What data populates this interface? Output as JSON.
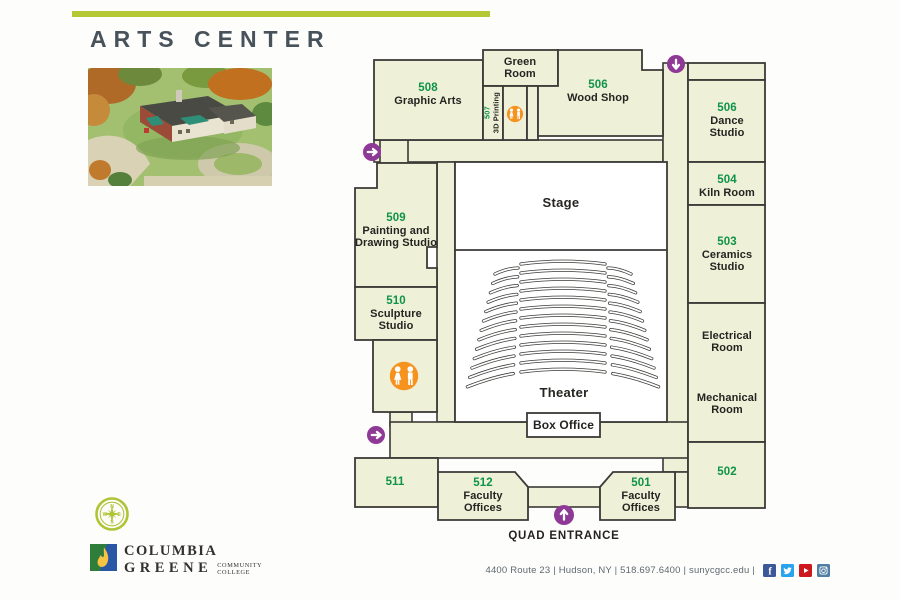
{
  "header": {
    "title": "ARTS CENTER"
  },
  "map": {
    "rooms": {
      "graphic_arts": {
        "number": "508",
        "name": "Graphic Arts"
      },
      "green_room": {
        "name": "Green Room"
      },
      "printing_3d": {
        "number": "507",
        "name": "3D Printing"
      },
      "wood_shop": {
        "number": "506",
        "name": "Wood Shop"
      },
      "dance_studio": {
        "number": "506",
        "name": "Dance Studio"
      },
      "kiln_room": {
        "number": "504",
        "name": "Kiln Room"
      },
      "ceramics_studio": {
        "number": "503",
        "name": "Ceramics Studio"
      },
      "electrical_room": {
        "name": "Electrical Room"
      },
      "mechanical_room": {
        "name": "Mechanical Room"
      },
      "room_502": {
        "number": "502"
      },
      "painting_drawing_studio": {
        "number": "509",
        "name": "Painting and Drawing Studio"
      },
      "sculpture_studio": {
        "number": "510",
        "name": "Sculpture Studio"
      },
      "room_511": {
        "number": "511"
      },
      "faculty_offices_512": {
        "number": "512",
        "name": "Faculty Offices"
      },
      "faculty_offices_501": {
        "number": "501",
        "name": "Faculty Offices"
      },
      "stage": {
        "name": "Stage"
      },
      "theater": {
        "name": "Theater"
      },
      "box_office": {
        "name": "Box Office"
      }
    },
    "entrance_label": "QUAD ENTRANCE"
  },
  "logo": {
    "line1": "COLUMBIA",
    "line2": "GREENE",
    "line3": "COMMUNITY",
    "line4": "COLLEGE"
  },
  "footer": {
    "text": "4400 Route 23  |  Hudson, NY  |  518.697.6400  |  sunycgcc.edu  |"
  },
  "icons": {
    "compass": "compass-rose-icon",
    "restroom": "restroom-icon",
    "entrance_down": "arrow-down-icon",
    "entrance_right": "arrow-right-icon",
    "quad_entrance_up": "arrow-up-icon",
    "social": [
      "facebook-icon",
      "twitter-icon",
      "youtube-icon",
      "instagram-icon"
    ]
  },
  "colors": {
    "accent_bar": "#b5c934",
    "room_fill": "#eef0d8",
    "wall": "#3b3a37",
    "room_number_green": "#0f9347",
    "label_dark": "#262421",
    "entrance_purple": "#8f3996",
    "restroom_orange": "#f6921e",
    "title": "#48525b",
    "footer_text": "#5e6871",
    "facebook_blue": "#3b5998",
    "twitter_blue": "#2aa3ef",
    "youtube_red": "#cc181e",
    "instagram_blue": "#517fa4"
  }
}
